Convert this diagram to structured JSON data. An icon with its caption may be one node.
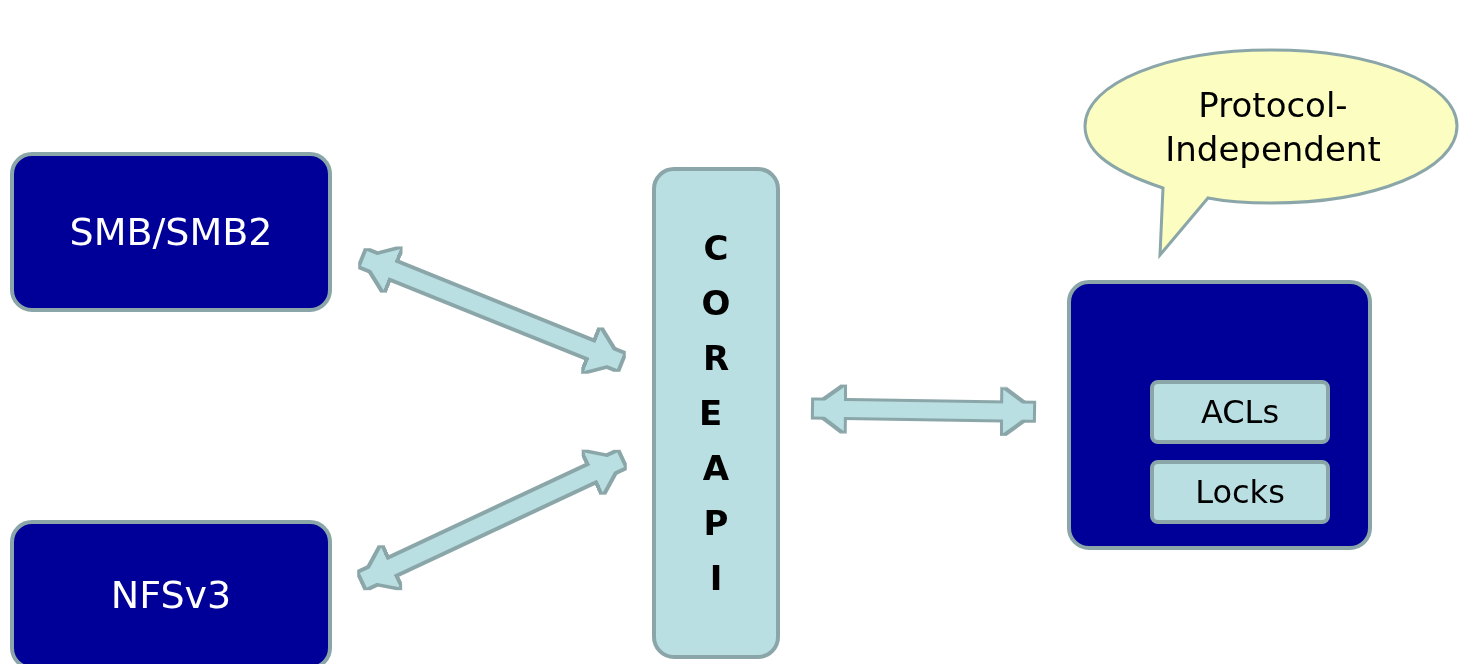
{
  "diagram": {
    "nodes": [
      {
        "text": [
          "Protocol- Independent"
        ]
      },
      {
        "text": [
          "SMB/SMB2"
        ]
      },
      {
        "text": [
          "CORE API"
        ]
      },
      {
        "text": [],
        "shape": "box"
      },
      {
        "text": [
          "ACLs"
        ],
        "in": 3
      },
      {
        "text": [
          "Locks"
        ],
        "in": 3
      },
      {
        "text": [
          "NFSv3"
        ]
      }
    ],
    "edges": [
      {
        "from": 1,
        "to": 2,
        "arrow": "both"
      },
      {
        "from": 6,
        "to": 2,
        "arrow": "both"
      },
      {
        "from": 2,
        "to": 3,
        "arrow": "both"
      }
    ]
  }
}
